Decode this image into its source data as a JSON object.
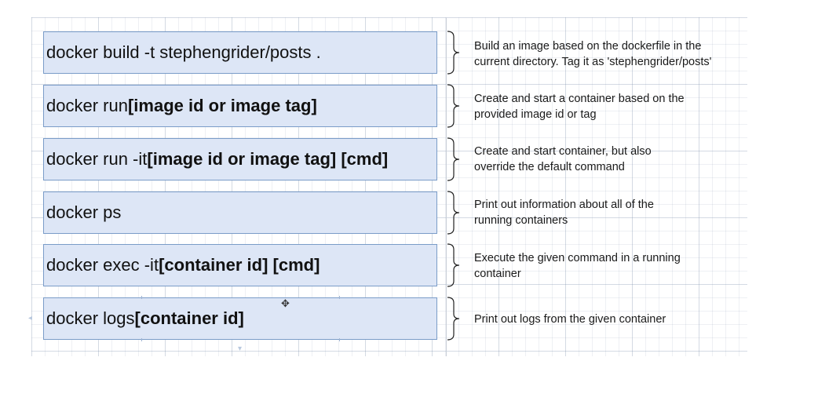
{
  "commands": [
    {
      "plain": "docker build -t stephengrider/posts .",
      "bold": "",
      "description_line1": "Build an image based on the dockerfile in the",
      "description_line2": "current directory.  Tag it as 'stephengrider/posts'"
    },
    {
      "plain": "docker run ",
      "bold": "[image id or image tag]",
      "description_line1": "Create and start a container based on the",
      "description_line2": "provided image id or tag"
    },
    {
      "plain": "docker run -it ",
      "bold": "[image id or image tag] [cmd]",
      "description_line1": "Create and start container, but also",
      "description_line2": "override the default command"
    },
    {
      "plain": "docker ps",
      "bold": "",
      "description_line1": "Print out information about all of the",
      "description_line2": "running containers"
    },
    {
      "plain": "docker exec -it ",
      "bold": "[container id] [cmd]",
      "description_line1": "Execute the given command in a running",
      "description_line2": "container"
    },
    {
      "plain": "docker logs ",
      "bold": "[container id]",
      "description_line1": "Print out logs from the given container",
      "description_line2": ""
    }
  ],
  "icons": {
    "cursor": "move-cursor-icon",
    "handle_left": "connection-handle-left-icon",
    "handle_bottom": "connection-handle-bottom-icon"
  },
  "colors": {
    "box_fill": "#dde6f6",
    "box_border": "#7a9cc8",
    "text": "#111111",
    "background": "#ffffff"
  }
}
